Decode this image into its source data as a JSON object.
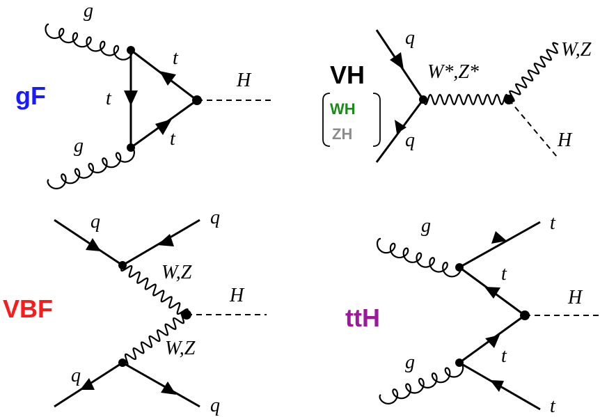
{
  "colors": {
    "gF": "#1a1aff",
    "VH": "#000000",
    "WH": "#1a8a1a",
    "ZH": "#8c8c8c",
    "VBF": "#ff1a1a",
    "ttH": "#9a1a9a"
  },
  "gF": {
    "title": "gF",
    "labels": {
      "g_top": "g",
      "g_bot": "g",
      "t_right_top": "t",
      "t_left": "t",
      "t_right_bot": "t",
      "H": "H"
    }
  },
  "VH": {
    "title": "VH",
    "sub_wh": "WH",
    "sub_zh": "ZH",
    "labels": {
      "q_top": "q",
      "q_bot": "q",
      "propagator": "W*,Z*",
      "WZ": "W,Z",
      "H": "H"
    }
  },
  "VBF": {
    "title": "VBF",
    "labels": {
      "q_tl": "q",
      "q_tr": "q",
      "q_bl": "q",
      "q_br": "q",
      "WZ_top": "W,Z",
      "WZ_bot": "W,Z",
      "H": "H"
    }
  },
  "ttH": {
    "title": "ttH",
    "labels": {
      "g_top": "g",
      "g_bot": "g",
      "t_out_top": "t",
      "t_mid_top": "t",
      "t_mid_bot": "t",
      "t_out_bot": "t",
      "H": "H"
    }
  }
}
